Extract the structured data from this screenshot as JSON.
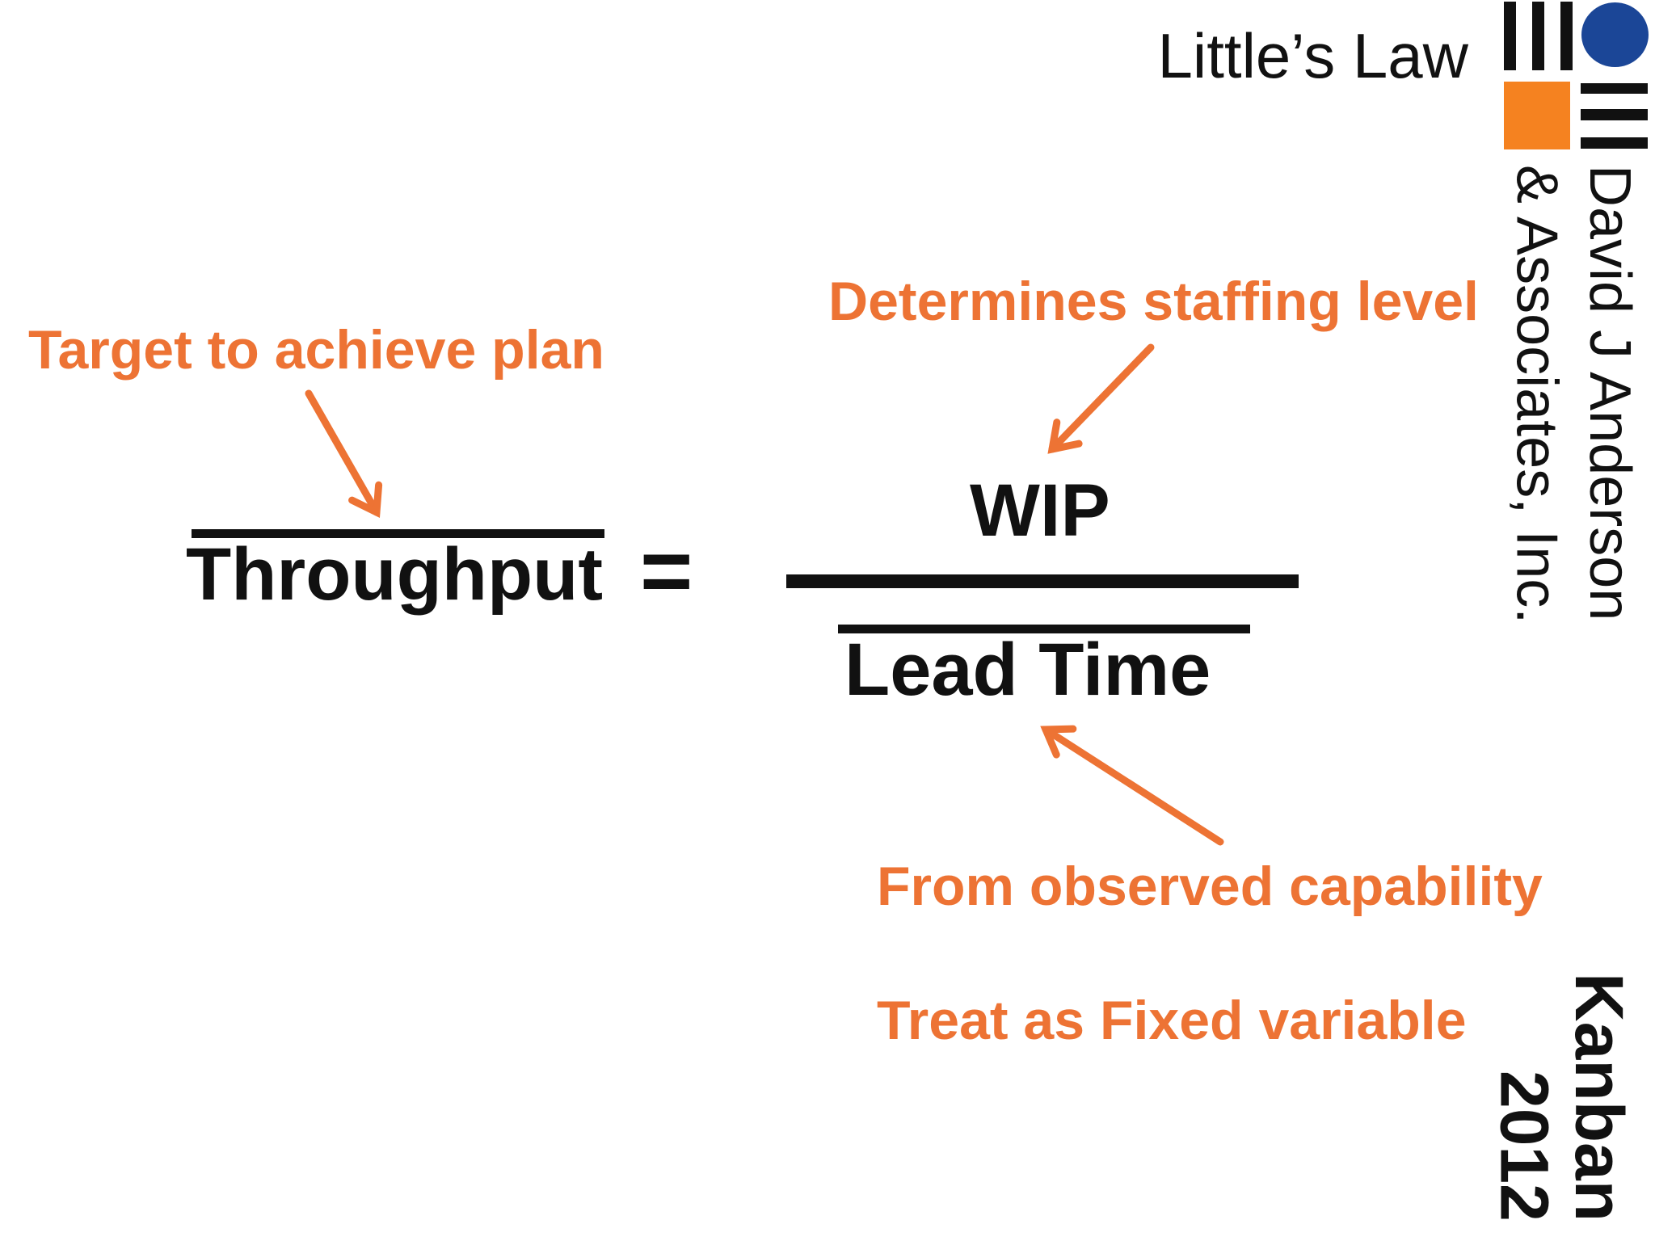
{
  "slide": {
    "title": "Little’s Law",
    "branding": {
      "company_line1": "David J Anderson",
      "company_line2": "& Associates, Inc."
    },
    "conference": {
      "line1": "Kanban",
      "line2": "2012"
    },
    "formula": {
      "lhs": "Throughput",
      "equals": "=",
      "numerator": "WIP",
      "denominator": "Lead Time"
    },
    "annotations": {
      "target": "Target to achieve plan",
      "staffing": "Determines staffing level",
      "observed": "From observed capability",
      "fixed": "Treat as Fixed variable"
    },
    "colors": {
      "accent_orange": "#ED7334",
      "logo_orange": "#F58220",
      "logo_blue": "#1B4697",
      "text_black": "#111111"
    }
  }
}
